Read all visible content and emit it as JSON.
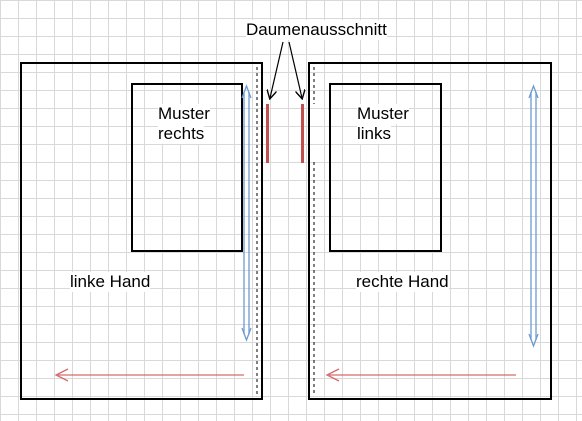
{
  "labels": {
    "thumb_cutout": "Daumenausschnitt",
    "pattern_right_line1": "Muster",
    "pattern_right_line2": "rechts",
    "pattern_left_line1": "Muster",
    "pattern_left_line2": "links",
    "left_hand": "linke Hand",
    "right_hand": "rechte Hand"
  },
  "colors": {
    "outline": "#000000",
    "thumb_marker": "#c0504d",
    "knit_direction_arrow": "#6c9bd2",
    "row_arrow": "#d46a6a",
    "grid": "#d9d9d9"
  }
}
